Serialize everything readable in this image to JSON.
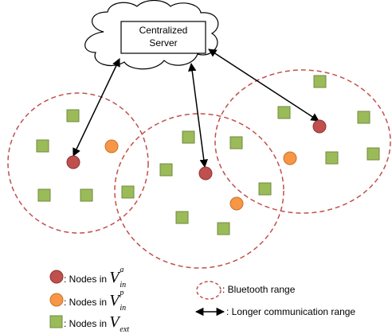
{
  "server": {
    "line1": "Centralized",
    "line2": "Server"
  },
  "legend": {
    "active_prefix": ": Nodes in ",
    "active_base": "V",
    "active_sub": "in",
    "active_sup": "a",
    "passive_prefix": ": Nodes in ",
    "passive_base": "V",
    "passive_sub": "in",
    "passive_sup": "p",
    "ext_prefix": ": Nodes in ",
    "ext_base": "V",
    "ext_sub": "ext",
    "bluetooth": ": Bluetooth range",
    "longer": ": Longer communication range"
  },
  "colors": {
    "active_node": "#c0504d",
    "passive_node": "#f79646",
    "ext_node": "#9bbb59",
    "range_circle": "#c0504d",
    "arrow": "#000000"
  }
}
